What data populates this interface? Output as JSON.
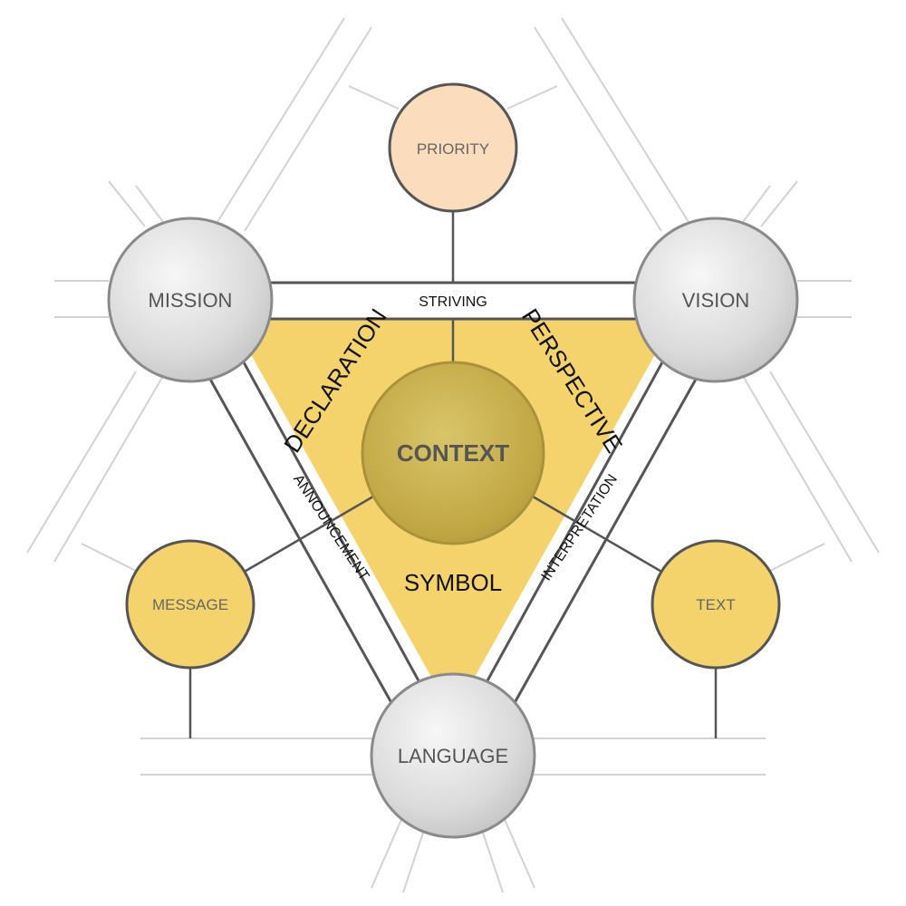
{
  "diagram": {
    "nodes": {
      "mission": "MISSION",
      "vision": "VISION",
      "language": "LANGUAGE",
      "priority": "PRIORITY",
      "message": "MESSAGE",
      "text": "TEXT",
      "context": "CONTEXT"
    },
    "edges": {
      "striving": "STRIVING",
      "announcement": "ANNOUNCEMENT",
      "interpretation": "INTERPRETATION"
    },
    "regions": {
      "declaration": "DECLARATION",
      "perspective": "PERSPECTIVE",
      "symbol": "SYMBOL"
    }
  },
  "colors": {
    "gold": "#f5d36c",
    "peach": "#fbdcbd",
    "gray_node": "#e2e2e2",
    "outline": "#555555",
    "context": "#c9b04f"
  }
}
